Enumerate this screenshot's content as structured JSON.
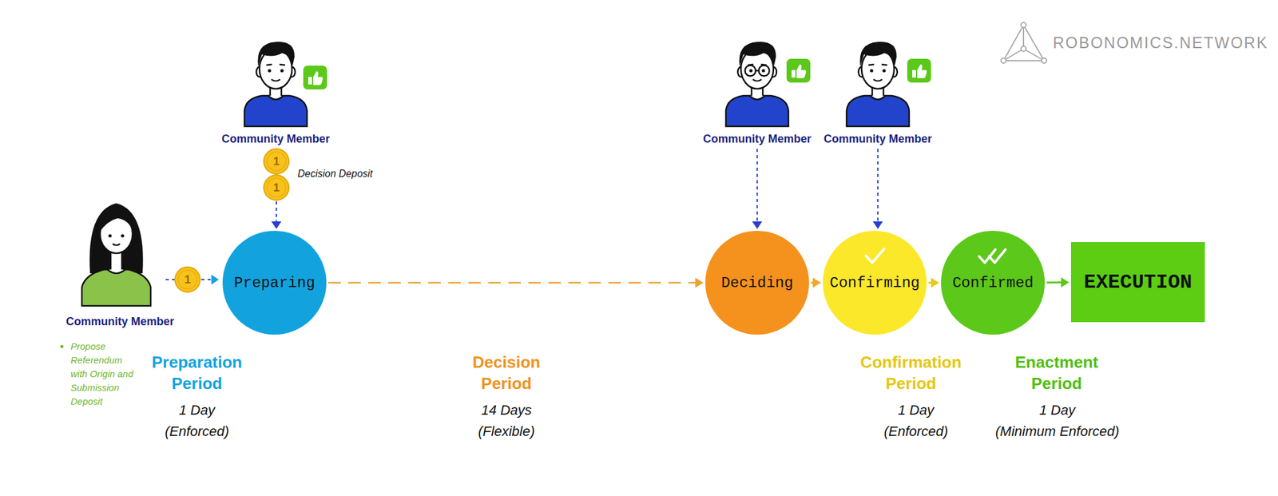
{
  "diagram": {
    "nodes": [
      {
        "text": [
          "Preparing"
        ]
      },
      {
        "text": [
          "Deciding"
        ]
      },
      {
        "text": [
          "Confirming"
        ]
      },
      {
        "text": [
          "Confirmed"
        ]
      },
      {
        "text": [
          "EXECUTION"
        ]
      }
    ],
    "edges": [
      {
        "from": 0,
        "to": 1,
        "arrow": "to"
      },
      {
        "from": 1,
        "to": 2,
        "arrow": "to"
      },
      {
        "from": 2,
        "to": 3,
        "arrow": "to"
      },
      {
        "from": 3,
        "to": 4,
        "arrow": "to"
      }
    ],
    "labels": [
      "ROBONOMICS.NETWORK",
      "Community Member",
      "1",
      "1",
      "Decision Deposit",
      "Community Member",
      "Community Member",
      "1",
      "Community Member",
      "Propose Referendum with Origin and Submission Deposit",
      "Preparation Period",
      "1 Day",
      "(Enforced)",
      "Decision Period",
      "14 Days",
      "(Flexible)",
      "Confirmation Period",
      "1 Day",
      "(Enforced)",
      "Enactment Period",
      "1 Day",
      "(Minimum Enforced)"
    ]
  }
}
